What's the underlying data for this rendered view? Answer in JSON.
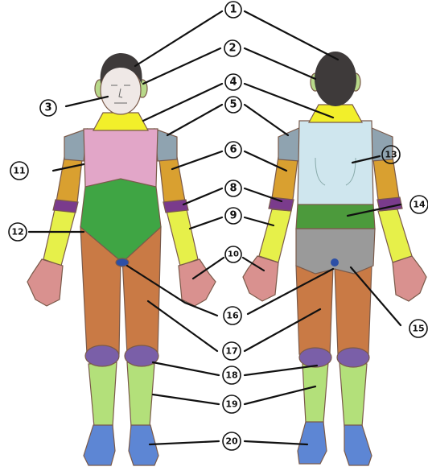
{
  "title": "",
  "labels": [
    {
      "id": "1",
      "text": "1",
      "region": "head / hair"
    },
    {
      "id": "2",
      "text": "2",
      "region": "ears"
    },
    {
      "id": "3",
      "text": "3",
      "region": "face"
    },
    {
      "id": "4",
      "text": "4",
      "region": "neck"
    },
    {
      "id": "5",
      "text": "5",
      "region": "shoulders"
    },
    {
      "id": "6",
      "text": "6",
      "region": "upper arm"
    },
    {
      "id": "8",
      "text": "8",
      "region": "elbow"
    },
    {
      "id": "9",
      "text": "9",
      "region": "forearm"
    },
    {
      "id": "10",
      "text": "10",
      "region": "hand"
    },
    {
      "id": "11",
      "text": "11",
      "region": "chest"
    },
    {
      "id": "12",
      "text": "12",
      "region": "abdomen"
    },
    {
      "id": "13",
      "text": "13",
      "region": "upper back"
    },
    {
      "id": "14",
      "text": "14",
      "region": "lower back"
    },
    {
      "id": "15",
      "text": "15",
      "region": "buttocks"
    },
    {
      "id": "16",
      "text": "16",
      "region": "genitals"
    },
    {
      "id": "17",
      "text": "17",
      "region": "thigh"
    },
    {
      "id": "18",
      "text": "18",
      "region": "knee"
    },
    {
      "id": "19",
      "text": "19",
      "region": "lower leg"
    },
    {
      "id": "20",
      "text": "20",
      "region": "foot"
    }
  ],
  "colors": {
    "hair": "#3e3a3a",
    "skin_face": "#efe8e6",
    "ears": "#b8d98a",
    "neck": "#f2ef2a",
    "shoulder": "#8fa3b0",
    "upper_arm": "#d9a030",
    "elbow": "#7a3b8c",
    "forearm": "#e6f04a",
    "hand": "#d9918f",
    "chest": "#e2a6c8",
    "abdomen": "#3fa544",
    "upper_back": "#cfe6ee",
    "lower_back": "#4c9a3c",
    "buttocks": "#9a9a9a",
    "genitals": "#2c4fa6",
    "thigh": "#c97a45",
    "knee": "#7a5fa8",
    "lower_leg": "#b3e07a",
    "foot": "#5d86d4"
  }
}
